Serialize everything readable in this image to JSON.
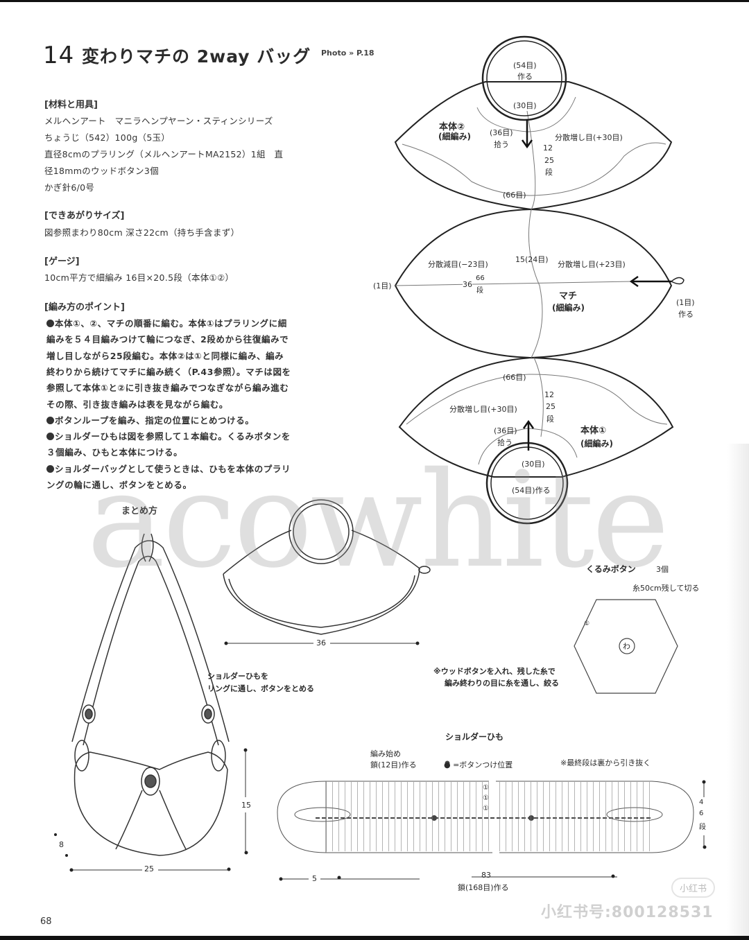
{
  "header": {
    "number": "14",
    "title": "変わりマチの 2way バッグ",
    "photo_ref": "Photo » P.18"
  },
  "materials": {
    "heading": "[材料と用具]",
    "lines": [
      "メルヘンアート　マニラヘンプヤーン・スティンシリーズ",
      "ちょうじ（542）100g（5玉）",
      "直径8cmのプラリング（メルヘンアートMA2152）1組　直",
      "径18mmのウッドボタン3個",
      "かぎ針6/0号"
    ]
  },
  "size": {
    "heading": "[できあがりサイズ]",
    "lines": [
      "図参照まわり80cm 深さ22cm（持ち手含まず）"
    ]
  },
  "gauge": {
    "heading": "[ゲージ]",
    "lines": [
      "10cm平方で細編み 16目×20.5段（本体①②）"
    ]
  },
  "points": {
    "heading": "[編み方のポイント]",
    "lines": [
      {
        "bullet": true,
        "text": "本体①、②、マチの順番に編む。本体①はプラリングに細"
      },
      {
        "bullet": false,
        "text": "編みを５４目編みつけて輪につなぎ、2段めから往復編みで"
      },
      {
        "bullet": false,
        "text": "増し目しながら25段編む。本体②は①と同様に編み、編み"
      },
      {
        "bullet": false,
        "text": "終わりから続けてマチに編み続く（P.43参照）。マチは図を"
      },
      {
        "bullet": false,
        "text": "参照して本体①と②に引き抜き編みでつなぎながら編み進む"
      },
      {
        "bullet": false,
        "text": "その際、引き抜き編みは表を見ながら編む。"
      },
      {
        "bullet": true,
        "text": "ボタンループを編み、指定の位置にとめつける。"
      },
      {
        "bullet": true,
        "text": "ショルダーひもは図を参照して１本編む。くるみボタンを"
      },
      {
        "bullet": false,
        "text": "３個編み、ひもと本体につける。"
      },
      {
        "bullet": true,
        "text": "ショルダーバッグとして使うときは、ひもを本体のプラリ"
      },
      {
        "bullet": false,
        "text": "ングの輪に通し、ボタンをとめる。"
      }
    ]
  },
  "diagram_body2": {
    "name": "本体②",
    "stitch": "(細編み)",
    "ring_cast_on": [
      "(54目)",
      "作る"
    ],
    "ring_inner": "(30目)",
    "pick_up": [
      "(36目)",
      "拾う"
    ],
    "increase": "分散増し目(+30目)",
    "height": [
      "12",
      "25",
      "段"
    ],
    "bottom": "(66目)"
  },
  "diagram_gusset": {
    "name": "マチ",
    "stitch": "(細編み)",
    "decrease": "分散減目(−23目)",
    "increase": "分散増し目(+23目)",
    "width": "15(24目)",
    "length": [
      "36",
      "66",
      "段"
    ],
    "left_end": "(1目)",
    "right_start": [
      "(1目)",
      "作る"
    ]
  },
  "diagram_body1": {
    "name": "本体①",
    "stitch": "(細編み)",
    "top": "(66目)",
    "increase": "分散増し目(+30目)",
    "height": [
      "12",
      "25",
      "段"
    ],
    "pick_up": [
      "(36目)",
      "拾う"
    ],
    "ring_inner": "(30目)",
    "ring_cast_on": "(54目)作る"
  },
  "assembly": {
    "heading": "まとめ方",
    "top_width": "36",
    "note": [
      "ショルダーひもを",
      "リングに通し、ボタンをとめる"
    ],
    "height": "15",
    "width": "25",
    "depth": "8"
  },
  "button": {
    "heading": "くるみボタン",
    "count": "3個",
    "thread_note": "糸50cm残して切る",
    "center": "わ",
    "round1": "①",
    "note": [
      "※ウッドボタンを入れ、残した糸で",
      "編み終わりの目に糸を通し、絞る"
    ]
  },
  "strap": {
    "heading": "ショルダーひも",
    "start_note": [
      "編み始め",
      "鎖(12目)作る"
    ],
    "legend": "● =ボタンつけ位置",
    "last_row_note": "※最終段は裏から引き抜く",
    "row_labels": [
      "①",
      "①",
      "①"
    ],
    "height": [
      "4",
      "6",
      "段"
    ],
    "end_length": "5",
    "total_length": "83",
    "chain": "鎖(168目)作る"
  },
  "footer": {
    "page_number": "68"
  },
  "watermarks": {
    "main": "acowhite",
    "badge": "小红书",
    "account": "小红书号:800128531"
  }
}
